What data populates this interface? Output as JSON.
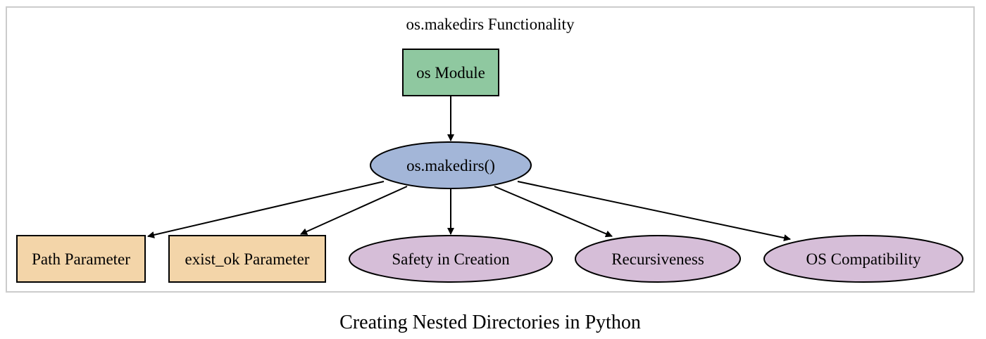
{
  "cluster": {
    "title": "os.makedirs Functionality"
  },
  "caption": "Creating Nested Directories in Python",
  "colors": {
    "module_fill": "#8fc8a0",
    "function_fill": "#a3b6d8",
    "parameter_fill": "#f3d5a9",
    "feature_fill": "#d6bed8",
    "cluster_border": "#cccccc"
  },
  "nodes": {
    "os_module": "os Module",
    "makedirs": "os.makedirs()",
    "path_param": "Path Parameter",
    "exist_ok_param": "exist_ok Parameter",
    "safety": "Safety in Creation",
    "recursiveness": "Recursiveness",
    "os_compat": "OS Compatibility"
  },
  "edges": [
    [
      "os_module",
      "makedirs"
    ],
    [
      "makedirs",
      "path_param"
    ],
    [
      "makedirs",
      "exist_ok_param"
    ],
    [
      "makedirs",
      "safety"
    ],
    [
      "makedirs",
      "recursiveness"
    ],
    [
      "makedirs",
      "os_compat"
    ]
  ]
}
